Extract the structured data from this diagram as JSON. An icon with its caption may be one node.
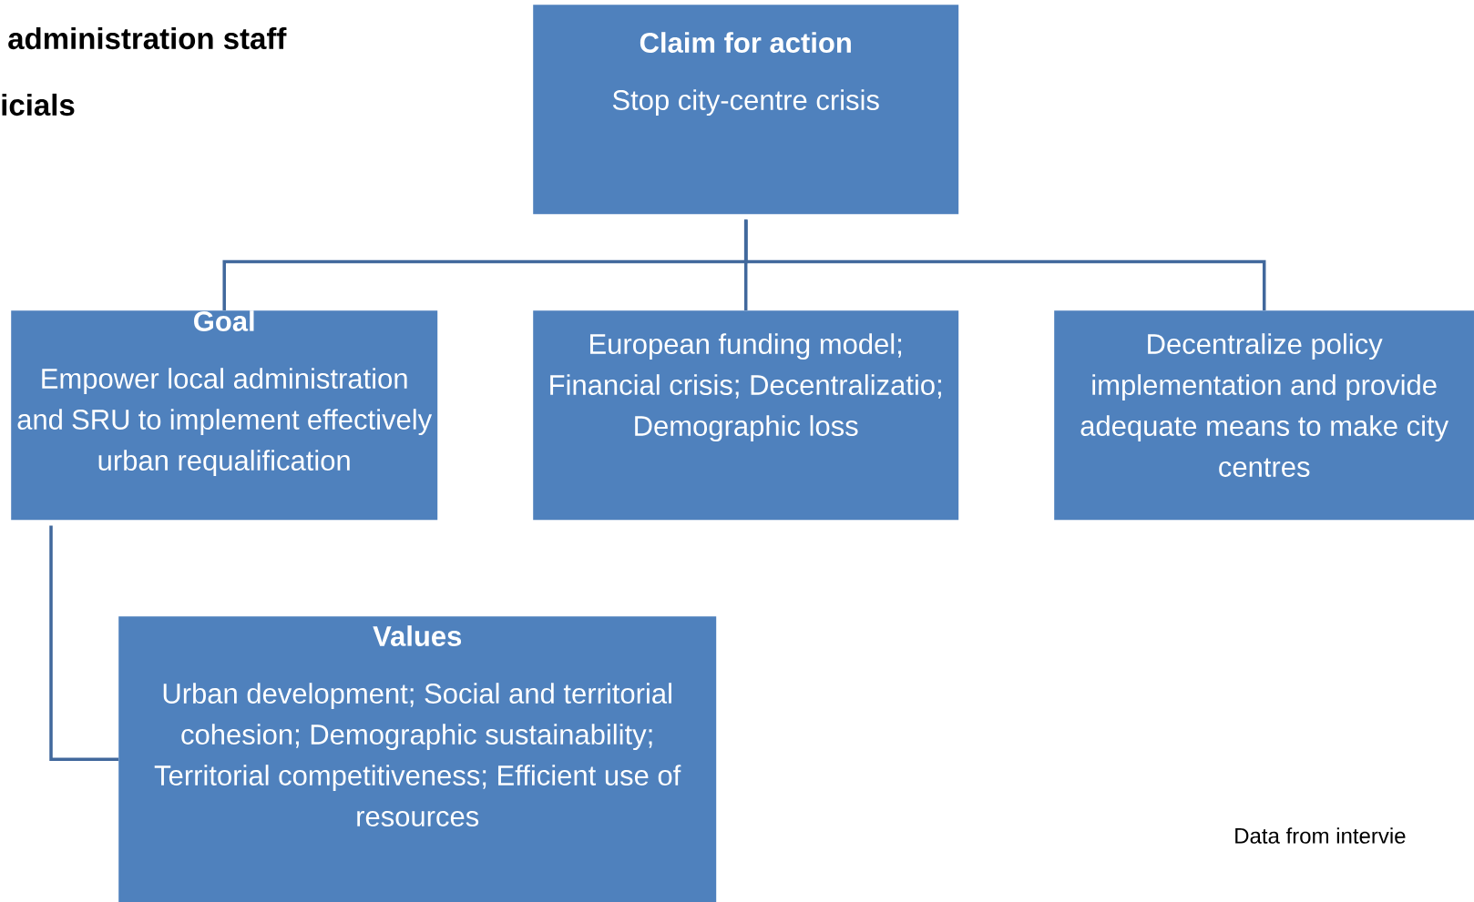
{
  "diagram": {
    "nodes": [
      {
        "text": [
          "Claim for action",
          "Stop city-centre crisis"
        ]
      },
      {
        "text": [
          "Goal",
          "Empower local administration and SRU to implement effectively urban requalification"
        ]
      },
      {
        "text": [
          "European funding model; Financial crisis; Decentralizatio; Demographic loss"
        ]
      },
      {
        "text": [
          "Decentralize policy implementation and provide adequate means to make city centres"
        ]
      },
      {
        "text": [
          "Values",
          "Urban development; Social and territorial cohesion; Demographic sustainability; Territorial competitiveness; Efficient use of resources"
        ]
      }
    ],
    "edges": [
      {
        "from": 0,
        "to": 1,
        "arrow": "none"
      },
      {
        "from": 0,
        "to": 2,
        "arrow": "none"
      },
      {
        "from": 0,
        "to": 3,
        "arrow": "none"
      },
      {
        "from": 1,
        "to": 4,
        "arrow": "none"
      }
    ],
    "labels": [
      "administration staff",
      "icials",
      "Data from intervie"
    ]
  }
}
